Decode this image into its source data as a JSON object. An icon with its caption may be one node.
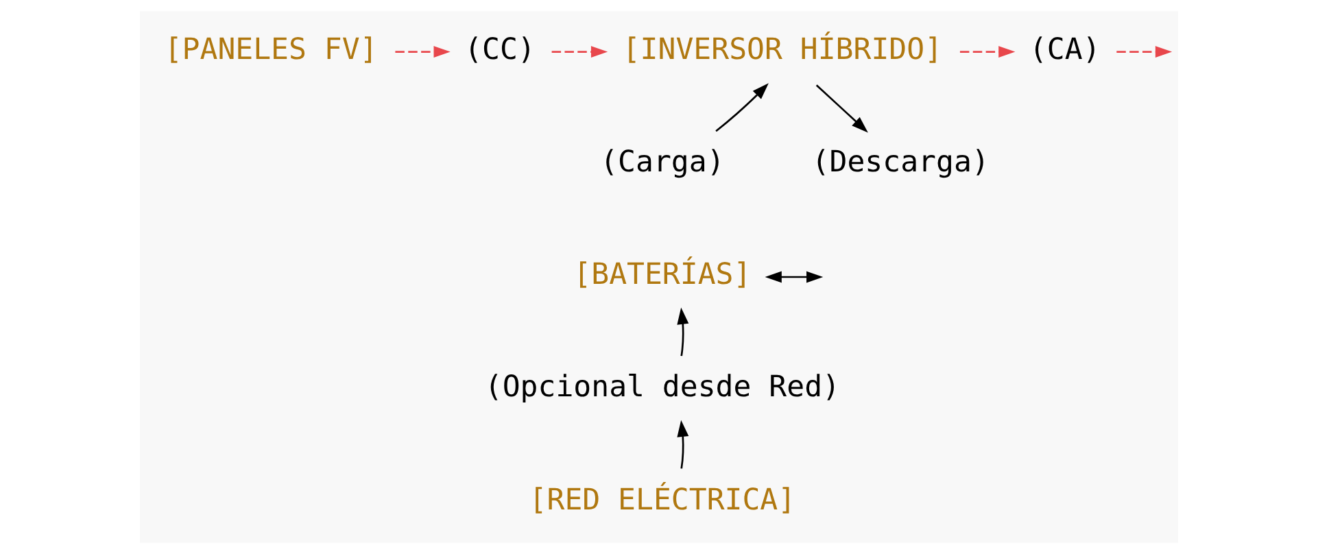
{
  "diagram": {
    "nodes": [
      {
        "text": [
          "[PANELES FV]"
        ]
      },
      {
        "text": [
          "(CC)"
        ]
      },
      {
        "text": [
          "[INVERSOR HÍBRIDO]"
        ]
      },
      {
        "text": [
          "(CA)"
        ]
      },
      {
        "text": [
          "(Carga)"
        ]
      },
      {
        "text": [
          "(Descarga)"
        ]
      },
      {
        "text": [
          "[BATERÍAS]"
        ]
      },
      {
        "text": [
          "(Opcional desde Red)"
        ]
      },
      {
        "text": [
          "[RED ELÉCTRICA]"
        ]
      }
    ],
    "edges": [
      {
        "from": 0,
        "to": 1,
        "arrow": "to",
        "style": "dashed",
        "color": "#e8474c"
      },
      {
        "from": 1,
        "to": 2,
        "arrow": "to",
        "style": "dashed",
        "color": "#e8474c"
      },
      {
        "from": 2,
        "to": 3,
        "arrow": "to",
        "style": "dashed",
        "color": "#e8474c"
      },
      {
        "from": 3,
        "to": null,
        "arrow": "to",
        "style": "dashed",
        "color": "#e8474c"
      },
      {
        "from": 4,
        "to": 2,
        "arrow": "to"
      },
      {
        "from": 2,
        "to": 5,
        "arrow": "to"
      },
      {
        "from": 6,
        "to": null,
        "arrow": "both"
      },
      {
        "from": 7,
        "to": 6,
        "arrow": "to"
      },
      {
        "from": 8,
        "to": 7,
        "arrow": "to"
      }
    ]
  }
}
